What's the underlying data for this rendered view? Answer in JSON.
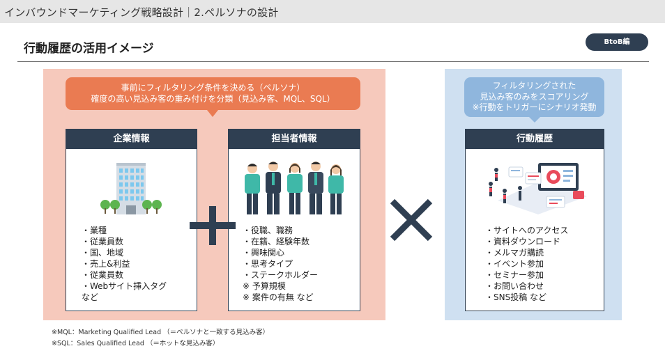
{
  "header": {
    "breadcrumb": "インバウンドマーケティング戦略設計｜2.ペルソナの設計"
  },
  "slide": {
    "title": "行動履歴の活用イメージ",
    "badge": "BtoB編",
    "left_callout": [
      "事前にフィルタリング条件を決める（ペルソナ）",
      "確度の高い見込み客の重み付けを分類（見込み客、MQL、SQL）"
    ],
    "right_callout": [
      "フィルタリングされた",
      "見込み客のみをスコアリング",
      "※行動をトリガーにシナリオ発動"
    ],
    "cards": {
      "company": {
        "title": "企業情報",
        "items": [
          "・業種",
          "・従業員数",
          "・国、地域",
          "・売上&利益",
          "・従業員数",
          "・Webサイト挿入タグ",
          "など"
        ]
      },
      "person": {
        "title": "担当者情報",
        "items": [
          "・役職、職務",
          "・在籍、経験年数",
          "・興味関心",
          "・思考タイプ",
          "・ステークホルダー",
          "※ 予算規模",
          "※ 案件の有無 など"
        ]
      },
      "behavior": {
        "title": "行動履歴",
        "items": [
          "・サイトへのアクセス",
          "・資料ダウンロード",
          "・メルマガ購読",
          "・イベント参加",
          "・セミナー参加",
          "・お問い合わせ",
          "・SNS投稿 など"
        ]
      }
    },
    "notes": [
      "※MQL：Marketing Qualified Lead （＝ペルソナと一致する見込み客）",
      "※SQL：Sales Qualified Lead （＝ホットな見込み客）"
    ]
  },
  "colors": {
    "navy": "#2f3f52",
    "orange_callout": "#ea7b52",
    "left_panel": "#f6c9bc",
    "right_panel": "#cfe0f1",
    "blue_callout": "#8fb6dd"
  },
  "icons": [
    "office-building-icon",
    "tree-icon",
    "business-people-icon",
    "marketing-analytics-icon",
    "plus-icon",
    "multiply-icon"
  ]
}
